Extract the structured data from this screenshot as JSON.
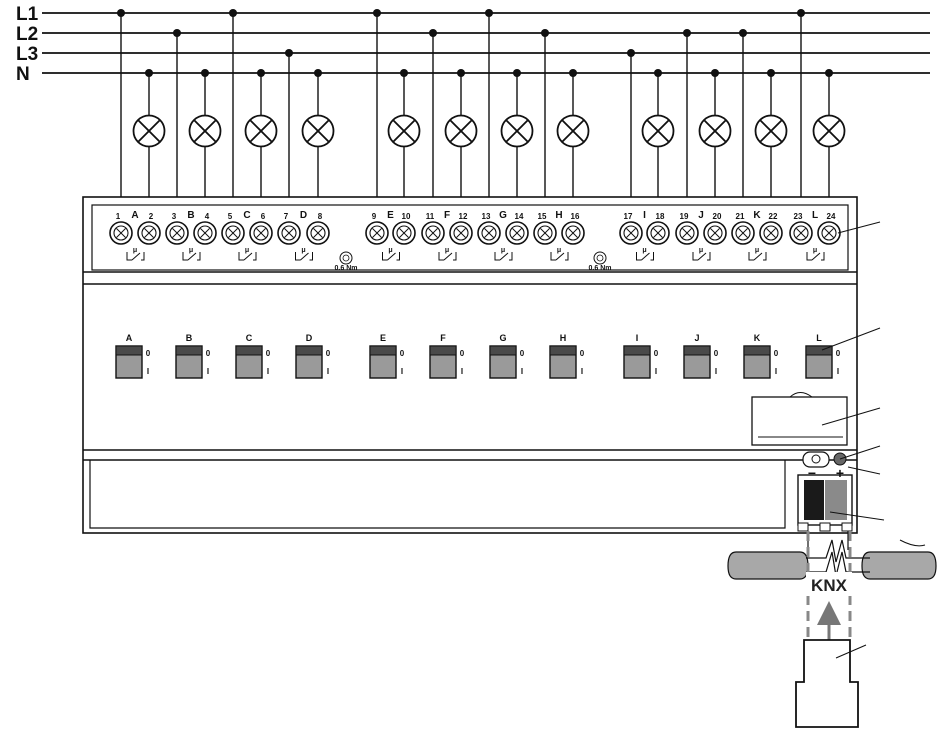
{
  "bus_lines": [
    {
      "label": "L1"
    },
    {
      "label": "L2"
    },
    {
      "label": "L3"
    },
    {
      "label": "N"
    }
  ],
  "channels": [
    {
      "letter": "A",
      "terminals": [
        "1",
        "2"
      ],
      "phase": "L1"
    },
    {
      "letter": "B",
      "terminals": [
        "3",
        "4"
      ],
      "phase": "L2"
    },
    {
      "letter": "C",
      "terminals": [
        "5",
        "6"
      ],
      "phase": "L1"
    },
    {
      "letter": "D",
      "terminals": [
        "7",
        "8"
      ],
      "phase": "L3"
    },
    {
      "letter": "E",
      "terminals": [
        "9",
        "10"
      ],
      "phase": "L1"
    },
    {
      "letter": "F",
      "terminals": [
        "11",
        "12"
      ],
      "phase": "L2"
    },
    {
      "letter": "G",
      "terminals": [
        "13",
        "14"
      ],
      "phase": "L1"
    },
    {
      "letter": "H",
      "terminals": [
        "15",
        "16"
      ],
      "phase": "L2"
    },
    {
      "letter": "I",
      "terminals": [
        "17",
        "18"
      ],
      "phase": "L3"
    },
    {
      "letter": "J",
      "terminals": [
        "19",
        "20"
      ],
      "phase": "L2"
    },
    {
      "letter": "K",
      "terminals": [
        "21",
        "22"
      ],
      "phase": "L2"
    },
    {
      "letter": "L",
      "terminals": [
        "23",
        "24"
      ],
      "phase": "L1"
    }
  ],
  "contact_symbol": "μ",
  "torque_label": "0.6 Nm",
  "switch_positions": {
    "off": "0",
    "on": "I"
  },
  "knx_label": "KNX",
  "polarity": {
    "minus": "−",
    "plus": "+"
  },
  "colors": {
    "line": "#111111",
    "panel": "#ffffff",
    "switch_fill": "#9a9a9a",
    "switch_dark": "#4a4a4a",
    "cable": "#a8a8a8",
    "knx_dark": "#1a1a1a",
    "knx_red": "#8a8a8a"
  }
}
